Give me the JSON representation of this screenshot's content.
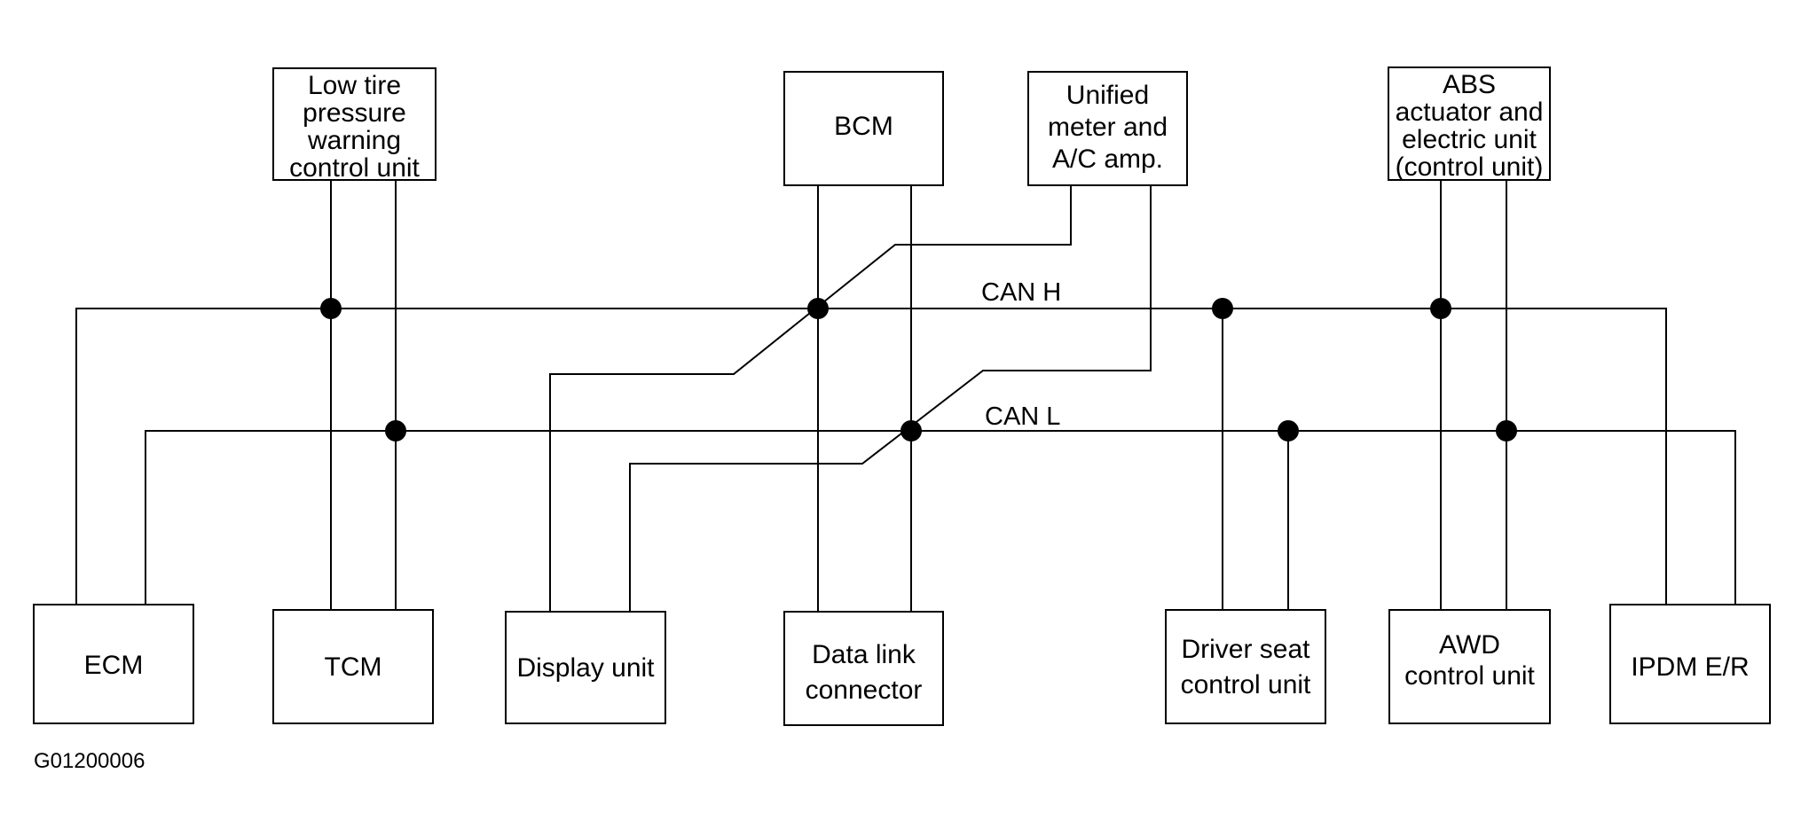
{
  "figure_id": "G01200006",
  "bus": {
    "high_label": "CAN H",
    "low_label": "CAN L"
  },
  "units": {
    "low_tire": [
      "Low tire",
      "pressure",
      "warning",
      "control unit"
    ],
    "bcm": [
      "BCM"
    ],
    "unified_meter": [
      "Unified",
      "meter and",
      "A/C amp."
    ],
    "abs": [
      "ABS",
      "actuator and",
      "electric unit",
      "(control unit)"
    ],
    "ecm": [
      "ECM"
    ],
    "tcm": [
      "TCM"
    ],
    "display": [
      "Display unit"
    ],
    "data_link": [
      "Data link",
      "connector"
    ],
    "driver_seat": [
      "Driver seat",
      "control unit"
    ],
    "awd": [
      "AWD",
      "control unit"
    ],
    "ipdm": [
      "IPDM E/R"
    ]
  }
}
